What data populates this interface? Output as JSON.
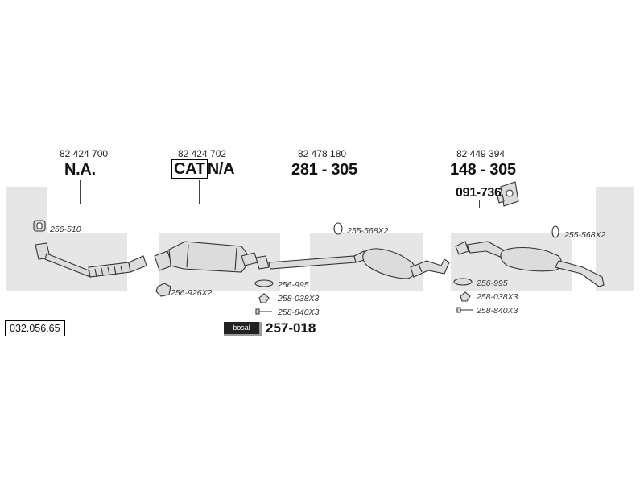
{
  "watermark": "bosal",
  "reference": "032.056.65",
  "sections": [
    {
      "oe_number": "82 424 700",
      "main_part": "N.A."
    },
    {
      "oe_number": "82 424 702",
      "main_part_boxed": "CAT",
      "main_part": "N/A"
    },
    {
      "oe_number": "82 478 180",
      "main_part": "281 - 305"
    },
    {
      "oe_number": "82 449 394",
      "main_part": "148 - 305",
      "extra_part": "091-736"
    }
  ],
  "parts": {
    "gasket_front": "256-510",
    "gasket_cat": "256-926X2",
    "ring_mid": "255-568X2",
    "gasket_mid": "256-995",
    "rubber_mid": "258-038X3",
    "bolt_mid": "258-840X3",
    "ring_rear": "255-568X2",
    "gasket_rear": "256-995",
    "rubber_rear": "258-038X3",
    "bolt_rear": "258-840X3"
  },
  "kit": {
    "logo": "bosal",
    "number": "257-018"
  },
  "colors": {
    "watermark": "#e6e6e6",
    "line": "#333333",
    "part_fill": "#dcdcdc"
  }
}
